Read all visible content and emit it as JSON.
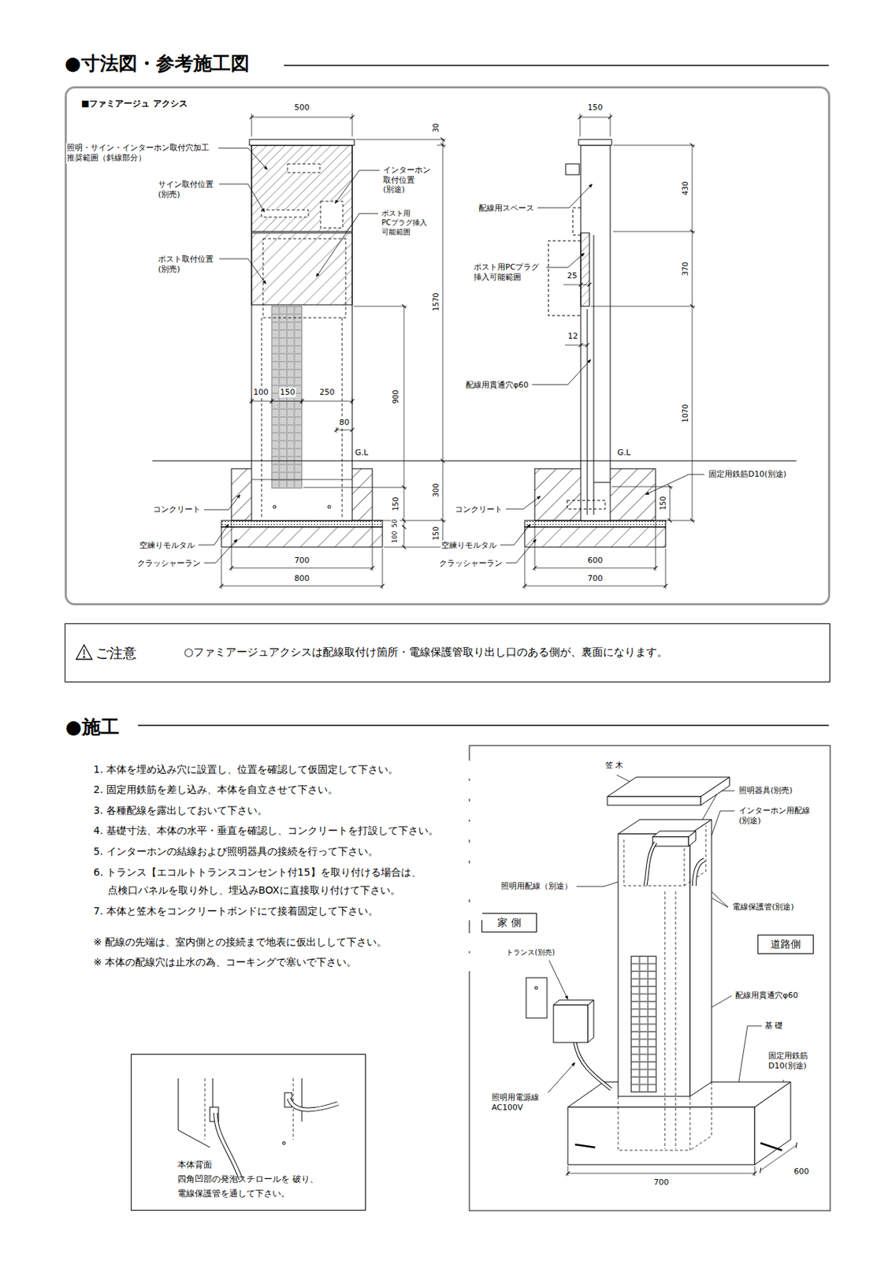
{
  "diagram": {
    "title": "●寸法図・参考施工図",
    "nodes": [
      {
        "text": [
          "■ファミアージュ アクシス"
        ]
      },
      {
        "text": [
          "ご注意",
          "○ファミアージュアクシスは配線取付け箇所・電線保護管取り出し口のある側が、裏面になります。"
        ]
      },
      {
        "text": [
          "家 側"
        ]
      },
      {
        "text": [
          "道路側"
        ]
      },
      {
        "text": [
          "本体背面 四角凹部の発泡スチロールを 破り、電線保護管を通して下さい。"
        ]
      }
    ],
    "labels": [
      "500",
      "30",
      "照明・サイン・インターホン取付穴加工 推奨範囲（斜線部分）",
      "インターホン 取付位置 (別途)",
      "サイン取付位置 (別売)",
      "ポスト用 PCプラグ挿入 可能範囲",
      "ポスト取付位置 (別売)",
      "1570",
      "900",
      "100",
      "150",
      "250",
      "80",
      "G.L",
      "300",
      "150",
      "50",
      "100",
      "150",
      "コンクリート",
      "空練りモルタル",
      "クラッシャーラン",
      "700",
      "800",
      "150",
      "430",
      "配線用スペース",
      "370",
      "ポスト用PCプラグ 挿入可能範囲",
      "25",
      "12",
      "配線用貫通穴φ60",
      "1070",
      "G.L",
      "固定用鉄筋D10(別途)",
      "コンクリート",
      "150",
      "空練りモルタル",
      "クラッシャーラン",
      "600",
      "700",
      "●施工",
      "1. 本体を埋め込み穴に設置し、位置を確認して仮固定して下さい。",
      "2. 固定用鉄筋を差し込み、本体を自立させて下さい。",
      "3. 各種配線を露出しておいて下さい。",
      "4. 基礎寸法、本体の水平・垂直を確認し、コンクリートを打設して下さい。",
      "5. インターホンの結線および照明器具の接続を行って下さい。",
      "6. トランス【エコルトトランスコンセント付15】を取り付ける場合は、 点検口パネルを取り外し、埋込みBOXに直接取り付けて下さい。",
      "7. 本体と笠木をコンクリートボンドにて接着固定して下さい。",
      "※ 配線の先端は、室内側との接続まで地表に仮出しして下さい。",
      "※ 本体の配線穴は止水の為、コーキングで塞いで下さい。",
      "笠 木",
      "照明器具(別売)",
      "インターホン用配線 (別途)",
      "照明用配線（別途）",
      "電線保護管(別途)",
      "トランス(別売)",
      "配線用貫通穴φ60",
      "基 礎",
      "固定用鉄筋 D10(別途)",
      "照明用電源線 AC100V",
      "700",
      "600"
    ]
  }
}
